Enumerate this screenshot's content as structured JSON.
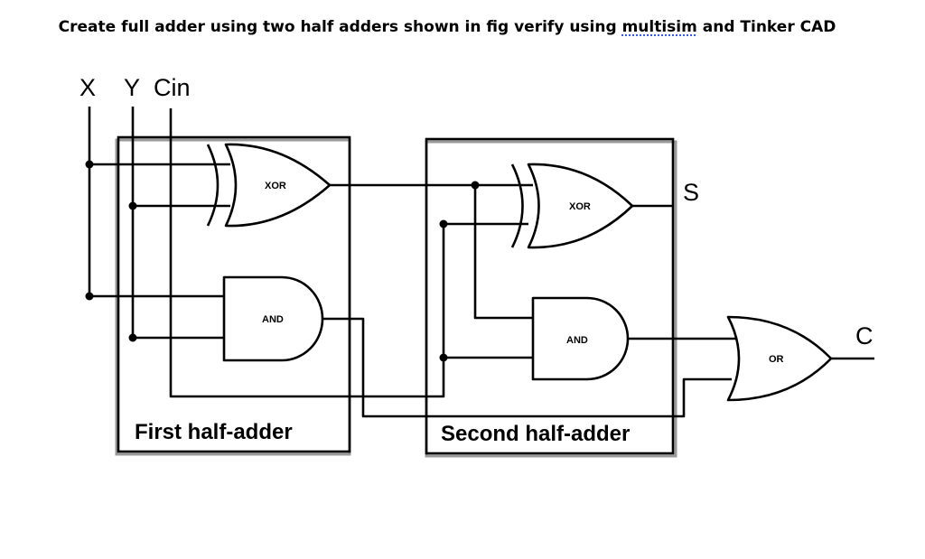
{
  "title": {
    "before": "Create full adder using two half adders shown in fig verify using ",
    "flagged_word": "multisim",
    "after": " and Tinker CAD"
  },
  "inputs": {
    "x": "X",
    "y": "Y",
    "cin": "Cin"
  },
  "outputs": {
    "sum": "S",
    "carry": "C"
  },
  "gates": {
    "xor1": "XOR",
    "and1": "AND",
    "xor2": "XOR",
    "and2": "AND",
    "or1": "OR"
  },
  "blocks": {
    "first": "First half-adder",
    "second": "Second half-adder"
  }
}
